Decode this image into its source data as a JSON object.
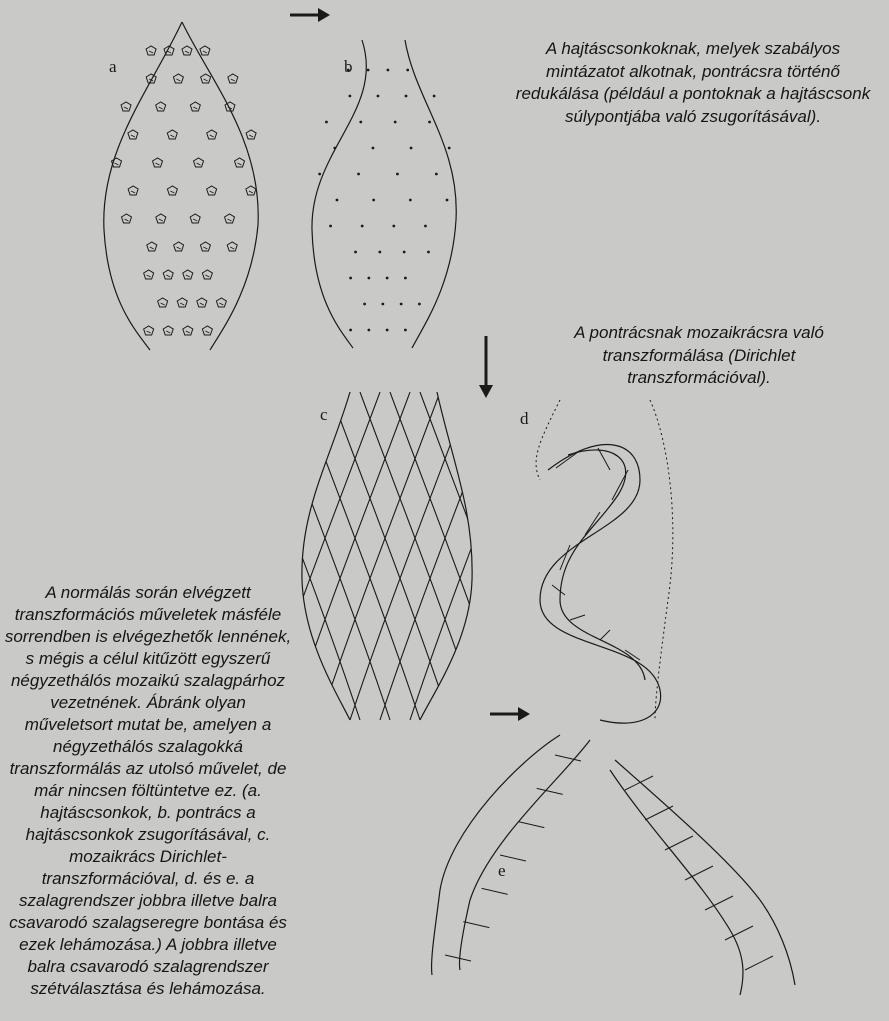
{
  "captions": {
    "top_right": "A hajtáscsonkoknak, melyek szabályos mintázatot alkotnak, pontrácsra történő redukálása (például a pontoknak a hajtáscsonk súlypontjába való zsugorításával).",
    "middle_right": "A pontrácsnak mozaikrácsra való transzformálása (Dirichlet transzformációval).",
    "left": "A normálás során elvégzett transzformációs műveletek másféle sorrendben is elvégezhetők lennének, s mégis a célul kitűzött egyszerű négyzethálós mozaikú szalagpárhoz vezetnének. Ábránk olyan műveletsort mutat be, amelyen a négyzethálós szalagokká transzformálás az utolsó művelet, de már nincsen föltüntetve ez. (a. hajtáscsonkok, b. pontrács a hajtáscsonkok zsugorításával, c. mozaikrács Dirichlet-transzformációval, d. és e. a szalagrendszer jobbra illetve balra csavarodó szalagseregre bontása és ezek lehámozása.) A jobbra illetve balra csavarodó szalagrendszer szétválasztása és lehámozása."
  },
  "figure_labels": {
    "a": "a",
    "b": "b",
    "c": "c",
    "d": "d",
    "e": "e"
  },
  "colors": {
    "background": "#c9c9c7",
    "ink": "#1a1a1a"
  }
}
